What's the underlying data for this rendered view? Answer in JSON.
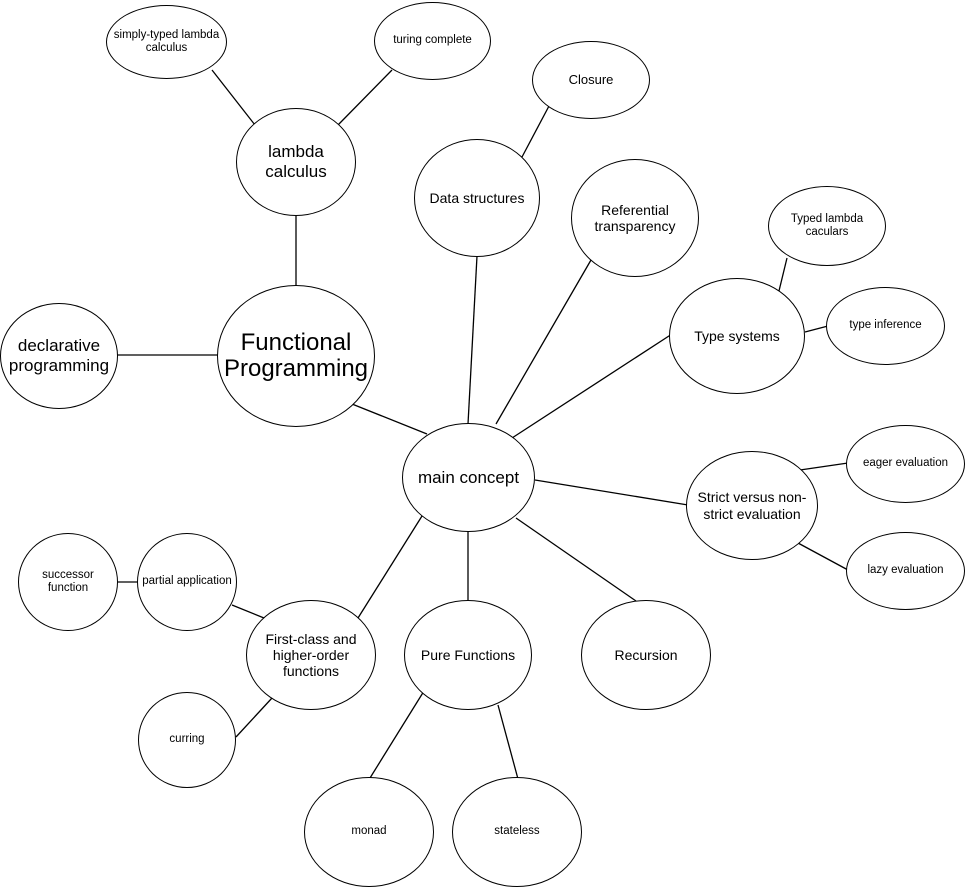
{
  "diagram": {
    "nodes": {
      "simply_typed": "simply-typed lambda\ncalculus",
      "turing_complete": "turing complete",
      "closure": "Closure",
      "lambda_calculus": "lambda\ncalculus",
      "data_structures": "Data structures",
      "referential_transparency": "Referential\ntransparency",
      "typed_lambda": "Typed lambda\ncaculars",
      "type_systems": "Type systems",
      "type_inference": "type inference",
      "declarative_programming": "declarative\nprogramming",
      "functional_programming": "Functional\nProgramming",
      "main_concept": "main concept",
      "eager_evaluation": "eager evaluation",
      "strict_evaluation": "Strict versus non-\nstrict evaluation",
      "lazy_evaluation": "lazy evaluation",
      "successor_function": "successor\nfunction",
      "partial_application": "partial application",
      "first_class": "First-class and\nhigher-order\nfunctions",
      "pure_functions": "Pure Functions",
      "recursion": "Recursion",
      "curring": "curring",
      "monad": "monad",
      "stateless": "stateless"
    }
  }
}
